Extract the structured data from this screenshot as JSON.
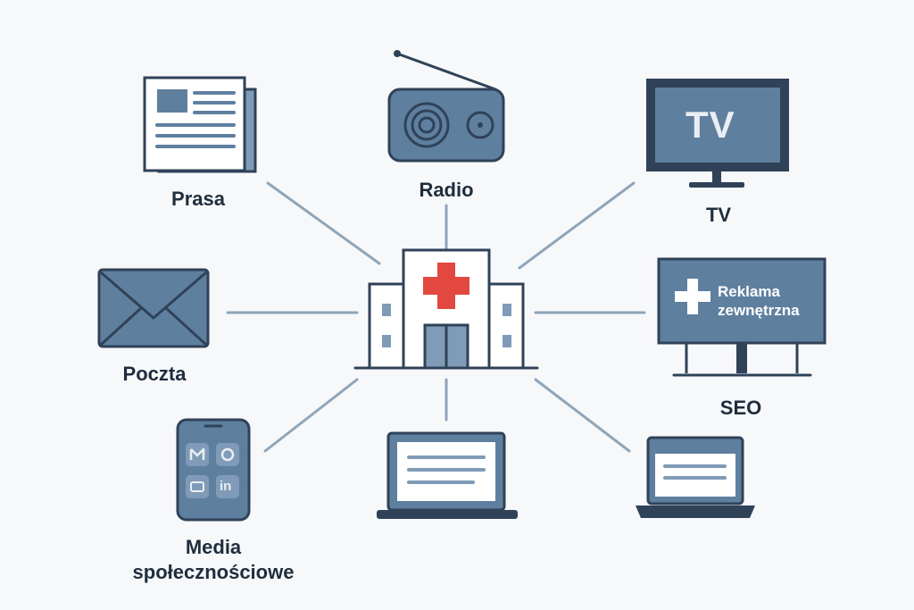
{
  "labels": {
    "prasa": "Prasa",
    "radio": "Radio",
    "tv": "TV",
    "poczta": "Poczta",
    "seo": "SEO",
    "media_line1": "Media",
    "media_line2": "społecznościowe"
  },
  "tv_screen_text": "TV",
  "billboard": {
    "line1": "Reklama",
    "line2": "zewnętrzna"
  },
  "phone_app_text": "in",
  "colors": {
    "outline": "#2f4258",
    "fill": "#5f7f9f",
    "fill_light": "#7f9bb7",
    "connector": "#8fa5b9",
    "cross": "#e2483f",
    "paper": "#ffffff"
  },
  "icons": [
    "newspaper-icon",
    "radio-icon",
    "tv-icon",
    "envelope-icon",
    "hospital-icon",
    "billboard-icon",
    "smartphone-icon",
    "laptop-icon",
    "laptop-small-icon"
  ]
}
